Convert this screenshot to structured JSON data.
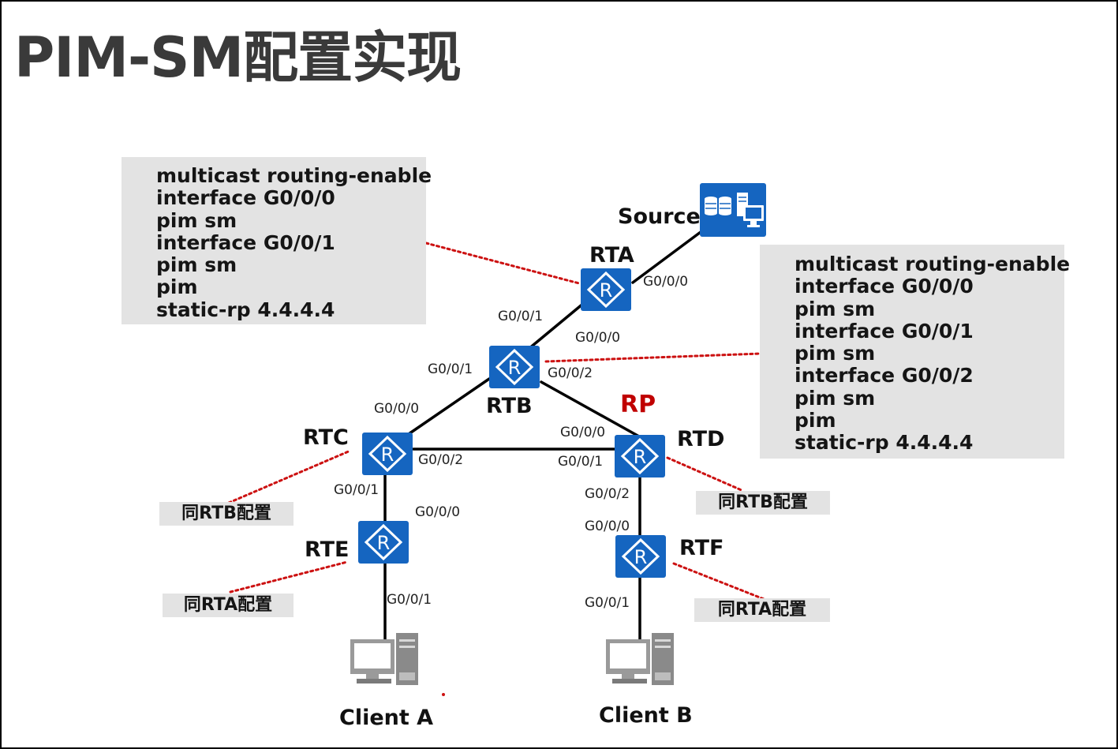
{
  "title": "PIM-SM配置实现",
  "configs": {
    "rta": [
      "multicast routing-enable",
      "interface G0/0/0",
      "pim sm",
      "interface G0/0/1",
      "pim sm",
      "pim",
      "static-rp 4.4.4.4"
    ],
    "rtb": [
      "multicast routing-enable",
      "interface G0/0/0",
      "pim sm",
      "interface G0/0/1",
      "pim sm",
      "interface G0/0/2",
      "pim sm",
      "pim",
      "static-rp 4.4.4.4"
    ]
  },
  "same_config": {
    "rtc": "同RTB配置",
    "rtd": "同RTB配置",
    "rte": "同RTA配置",
    "rtf": "同RTA配置"
  },
  "devices": {
    "source": "Source",
    "rta": "RTA",
    "rtb": "RTB",
    "rp": "RP",
    "rtc": "RTC",
    "rtd": "RTD",
    "rte": "RTE",
    "rtf": "RTF",
    "client_a": "Client A",
    "client_b": "Client B"
  },
  "ports": {
    "rta_g000": "G0/0/0",
    "rta_g001": "G0/0/1",
    "rtb_g000": "G0/0/0",
    "rtb_g001": "G0/0/1",
    "rtb_g002": "G0/0/2",
    "rtc_g000": "G0/0/0",
    "rtc_g001": "G0/0/1",
    "rtc_g002": "G0/0/2",
    "rtd_g000": "G0/0/0",
    "rtd_g001": "G0/0/1",
    "rtd_g002": "G0/0/2",
    "rte_g000": "G0/0/0",
    "rte_g001": "G0/0/1",
    "rtf_g000": "G0/0/0",
    "rtf_g001": "G0/0/1"
  },
  "icons": {
    "router": "router-icon",
    "server": "server-icon",
    "client": "pc-icon"
  },
  "colors": {
    "router_blue": "#1565c0",
    "config_bg": "#e3e3e3",
    "dotted_red": "#cc1111",
    "rp_red": "#c00000"
  }
}
